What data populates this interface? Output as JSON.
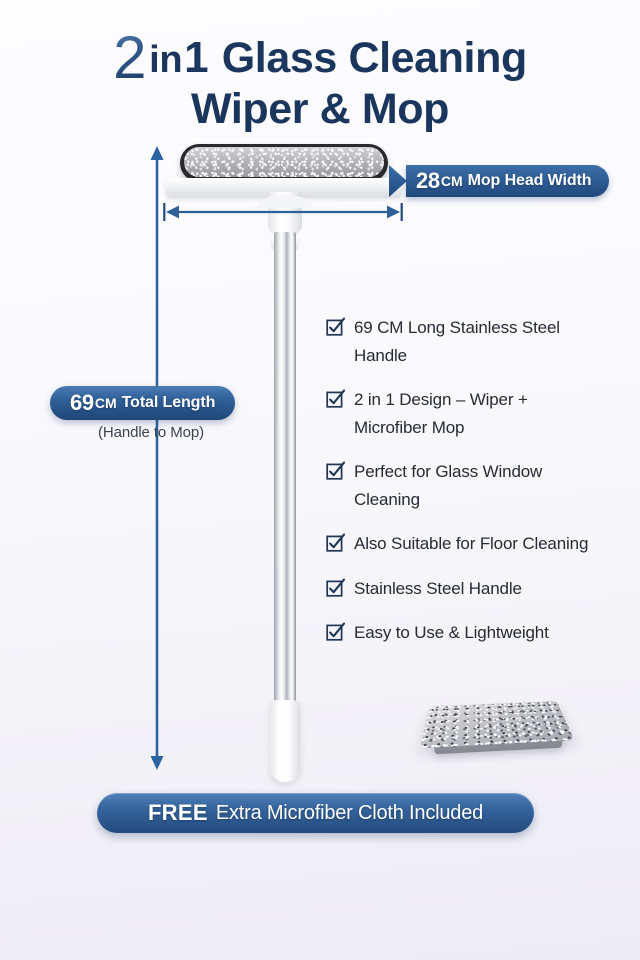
{
  "title": {
    "number": "2",
    "in": "in",
    "one": "1",
    "line1_rest": "Glass Cleaning",
    "line2": "Wiper & Mop"
  },
  "badges": {
    "width": {
      "number": "28",
      "unit": "CM",
      "label": "Mop Head Width"
    },
    "length": {
      "number": "69",
      "unit": "CM",
      "label": "Total Length",
      "note": "(Handle to Mop)"
    }
  },
  "features": [
    "69 CM Long Stainless Steel Handle",
    "2 in 1 Design – Wiper + Microfiber Mop",
    "Perfect for Glass Window Cleaning",
    "Also Suitable for Floor Cleaning",
    "Stainless Steel Handle",
    "Easy to Use & Lightweight"
  ],
  "banner": {
    "highlight": "FREE",
    "text": "Extra Microfiber Cloth Included"
  },
  "colors": {
    "navy": "#1b365d",
    "badge_blue": "#2f5e97",
    "arrow_blue": "#2d63a0",
    "text_dark": "#262b36"
  },
  "icons": {
    "checkbox": "checkbox-checked-icon",
    "arrow_vertical": "double-arrow-vertical-icon",
    "arrow_horizontal": "double-arrow-horizontal-icon"
  }
}
